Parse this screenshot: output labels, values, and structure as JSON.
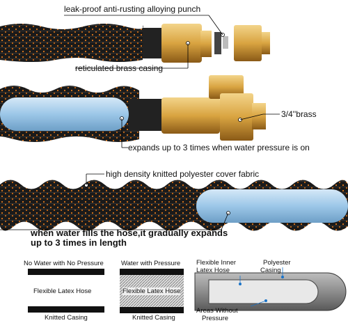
{
  "labels": {
    "punch": "leak-proof anti-rusting alloying punch",
    "casing": "reticulated brass casing",
    "brass": "3/4''brass",
    "expands": "expands up to 3 times when water pressure is on",
    "fabric": "high density knitted polyester cover fabric",
    "fills_line1": "when water fills the hose,it gradually expands",
    "fills_line2": "up to 3 times in length"
  },
  "diagram": {
    "no_water_title": "No Water with No Pressure",
    "no_water_hose": "Flexible Latex Hose",
    "no_water_casing": "Knitted Casing",
    "with_pressure_title": "Water with Pressure",
    "with_pressure_hose": "Flexible Latex Hose",
    "with_pressure_casing": "Knitted Casing",
    "inner_hose_1": "Flexible Inner",
    "inner_hose_2": "Latex Hose",
    "polyester_1": "Polyester",
    "polyester_2": "Casing",
    "areas_1": "Areas Without",
    "areas_2": "Pressure"
  },
  "colors": {
    "brass": "#d9a441",
    "knit_black": "#1a1a1a",
    "knit_orange": "#e07a1f",
    "latex_blue": "#9cc7e8",
    "tube_grey": "#8d8d8d"
  }
}
